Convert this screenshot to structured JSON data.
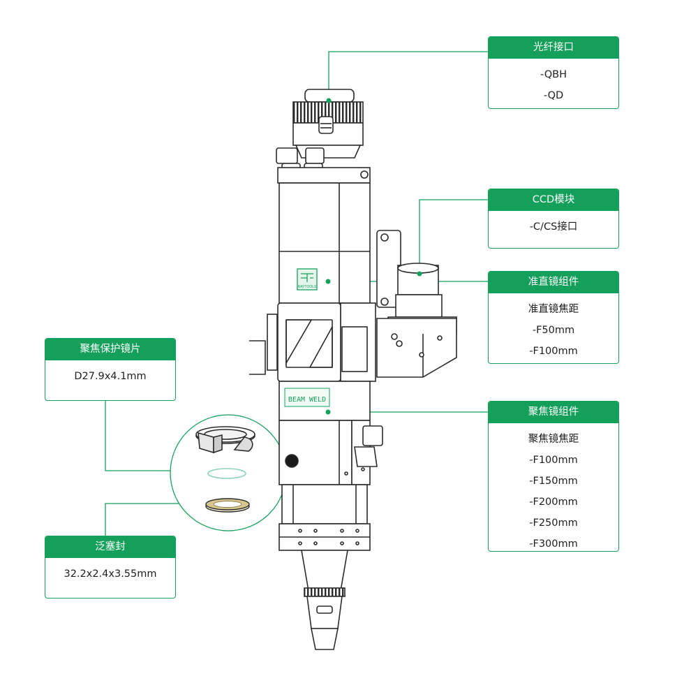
{
  "colors": {
    "accent": "#14a05a",
    "outline": "#2b2b2b",
    "lens": "#8fd3bd",
    "seal": "#d7c78f"
  },
  "product_markings": {
    "logo_caption": "RAYTOOLS",
    "body_label": "BEAM WELD"
  },
  "callouts": {
    "fiber": {
      "title": "光纤接口",
      "lines": [
        "-QBH",
        "-QD"
      ]
    },
    "ccd": {
      "title": "CCD模块",
      "lines": [
        "-C/CS接口"
      ]
    },
    "collimator": {
      "title": "准直镜组件",
      "lines": [
        "准直镜焦距",
        "-F50mm",
        "-F100mm"
      ]
    },
    "focus": {
      "title": "聚焦镜组件",
      "lines": [
        "聚焦镜焦距",
        "-F100mm",
        "-F150mm",
        "-F200mm",
        "-F250mm",
        "-F300mm"
      ]
    },
    "protect": {
      "title": "聚焦保护镜片",
      "lines": [
        "D27.9x4.1mm"
      ]
    },
    "seal": {
      "title": "泛塞封",
      "lines": [
        "32.2x2.4x3.55mm"
      ]
    }
  }
}
